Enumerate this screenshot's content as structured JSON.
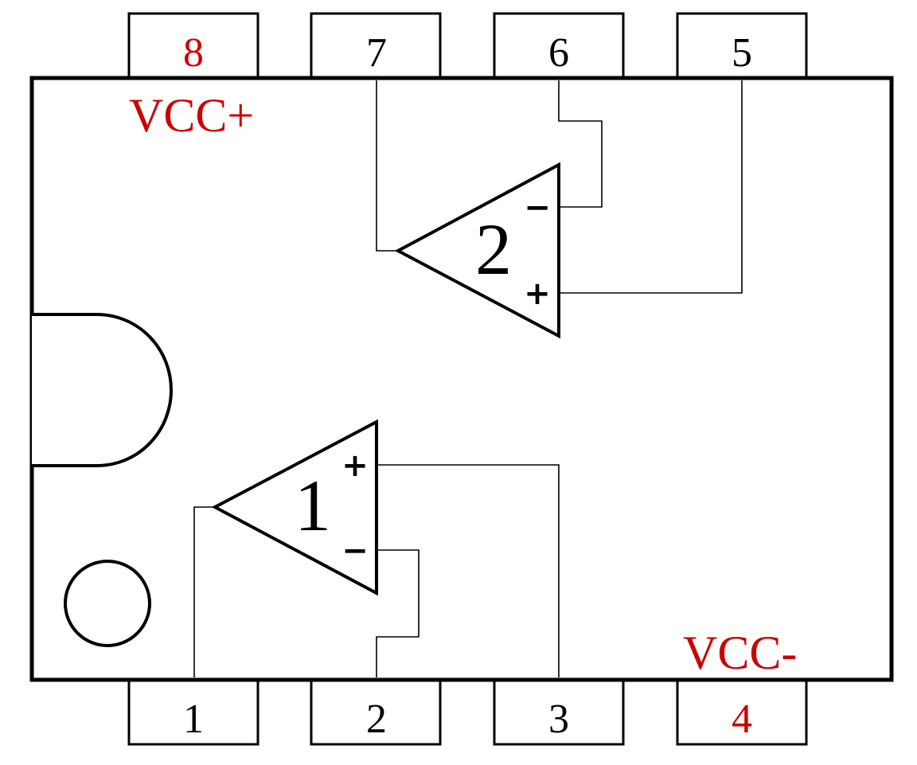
{
  "colors": {
    "accent": "#cc0000",
    "normal": "#000000"
  },
  "pins": [
    {
      "number": "1",
      "color": "#000000"
    },
    {
      "number": "2",
      "color": "#000000"
    },
    {
      "number": "3",
      "color": "#000000"
    },
    {
      "number": "4",
      "color": "#cc0000"
    },
    {
      "number": "5",
      "color": "#000000"
    },
    {
      "number": "6",
      "color": "#000000"
    },
    {
      "number": "7",
      "color": "#000000"
    },
    {
      "number": "8",
      "color": "#cc0000"
    }
  ],
  "supply": {
    "positive": "VCC+",
    "negative": "VCC-"
  },
  "amplifiers": [
    {
      "label": "1",
      "plus": "+",
      "minus": "−"
    },
    {
      "label": "2",
      "plus": "+",
      "minus": "−"
    }
  ]
}
